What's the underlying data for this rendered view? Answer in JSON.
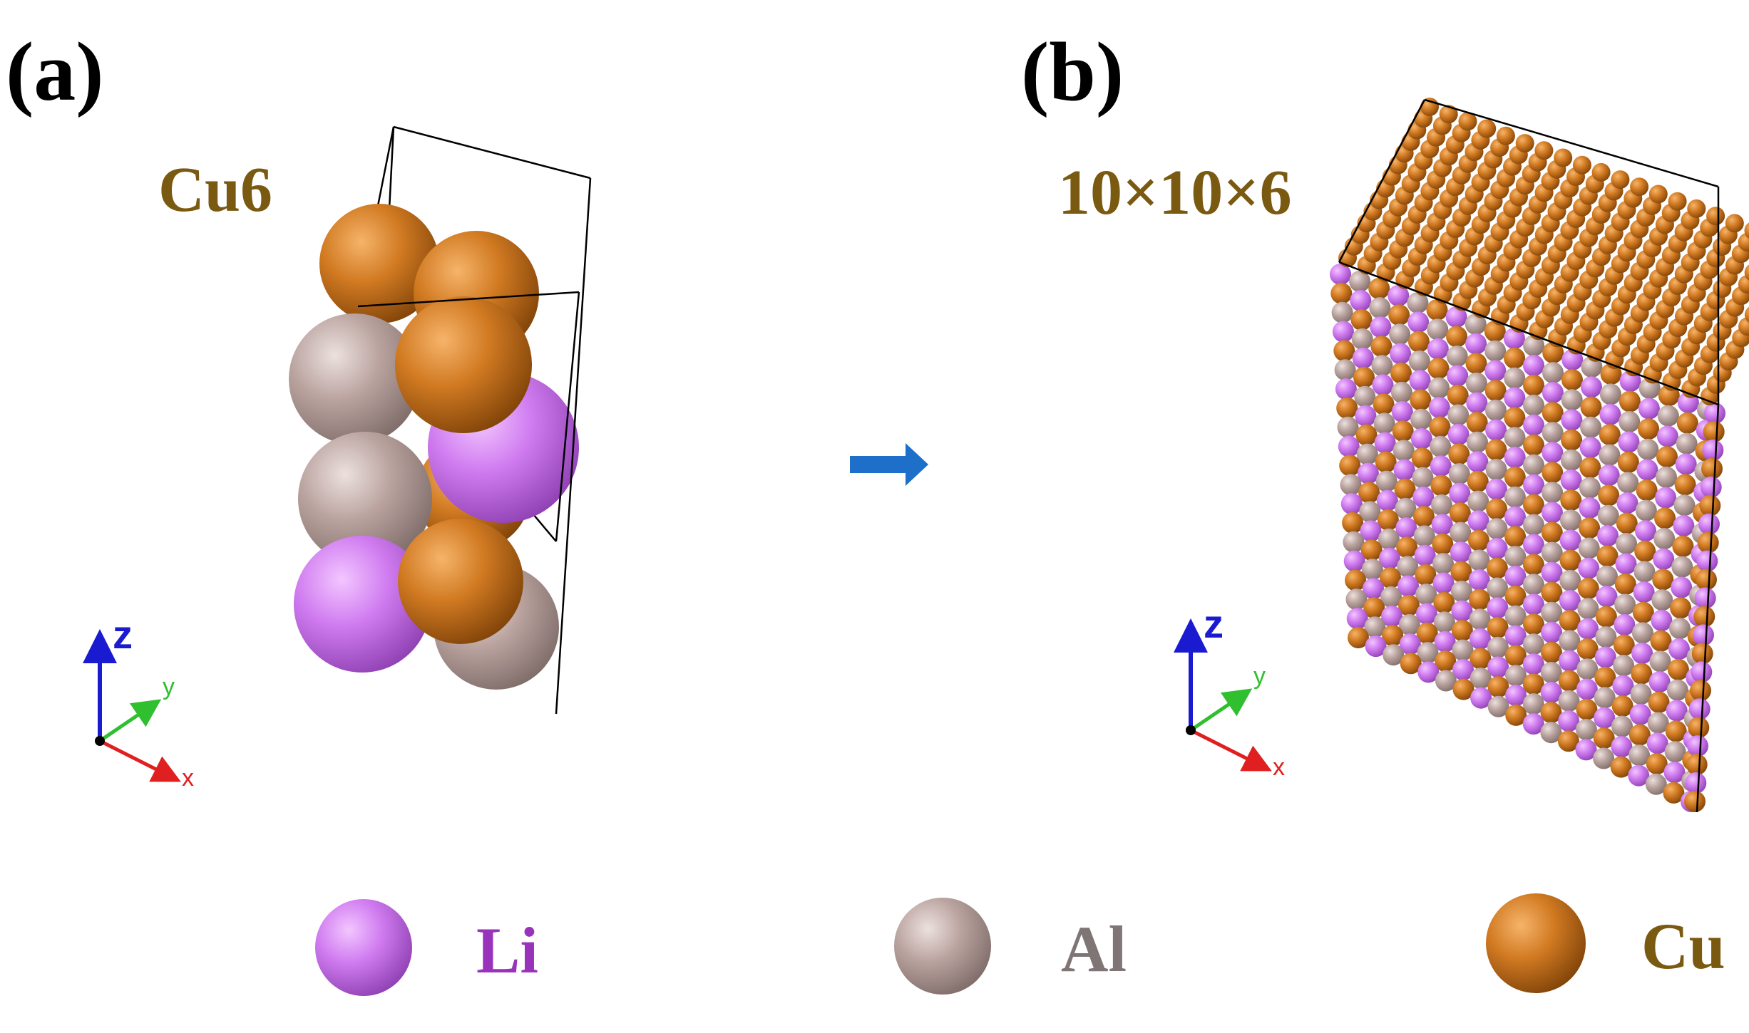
{
  "panels": [
    {
      "label": "(a)",
      "structure_label": "Cu6",
      "axes": {
        "x": "x",
        "y": "y",
        "z": "z"
      }
    },
    {
      "label": "(b)",
      "structure_label": "10×10×6",
      "axes": {
        "x": "x",
        "y": "y",
        "z": "z"
      }
    }
  ],
  "legend": [
    {
      "label": "Li",
      "color": "#cc77ee",
      "text_color": "#9933bb"
    },
    {
      "label": "Al",
      "color": "#b8a09c",
      "text_color": "#7f7575"
    },
    {
      "label": "Cu",
      "color": "#d07a22",
      "text_color": "#7a5a10"
    }
  ],
  "colors": {
    "arrow": "#1e6fc9",
    "axis_x": "#e02020",
    "axis_y": "#2fbf2f",
    "axis_z": "#1a1ad0",
    "cell_edge": "#000000",
    "structure_label": "#7a5a10"
  }
}
